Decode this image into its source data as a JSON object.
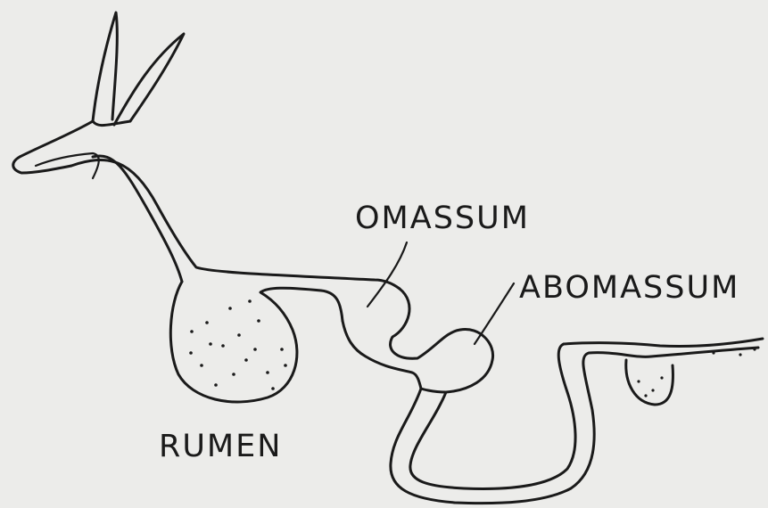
{
  "labels": {
    "omasum": "OMASSUM",
    "abomasum": "ABOMASSUM",
    "rumen": "RUMEN"
  },
  "colors": {
    "background": "#ececea",
    "ink": "#1a1a1a"
  }
}
